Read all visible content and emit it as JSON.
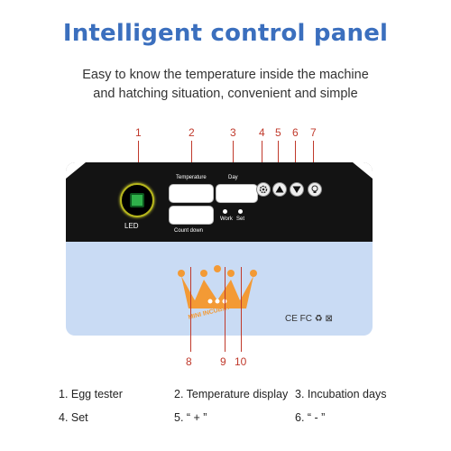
{
  "header": {
    "title": "Intelligent control panel",
    "subtitle_line1": "Easy to know the temperature inside the machine",
    "subtitle_line2": "and hatching situation, convenient and simple"
  },
  "callouts": [
    "1",
    "2",
    "3",
    "4",
    "5",
    "6",
    "7",
    "8",
    "9",
    "10"
  ],
  "panel": {
    "led_label": "LED",
    "temperature_label": "Temperature",
    "day_label": "Day",
    "countdown_label": "Count down",
    "work_label": "Work",
    "set_label": "Set",
    "brand_text": "MINI INCUBATOR",
    "certifications": "CE FC ♻ ⊠"
  },
  "legend": [
    "1. Egg tester",
    "2. Temperature display",
    "3. Incubation days",
    "4. Set",
    "5. “ + ”",
    "6. “ - ”"
  ],
  "colors": {
    "title": "#3b6fbe",
    "callout": "#c0392b",
    "panel_top": "#131313",
    "panel_bottom": "#c9dbf4",
    "crown": "#f39a35"
  },
  "icons": [
    "gear-icon",
    "triangle-up-icon",
    "triangle-down-icon",
    "bulb-icon"
  ]
}
